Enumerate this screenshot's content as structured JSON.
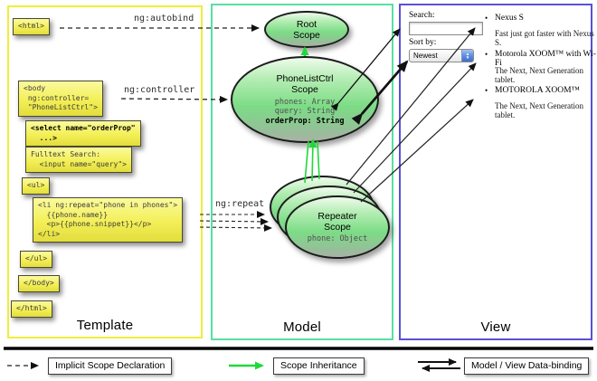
{
  "columns": {
    "template": {
      "label": "Template"
    },
    "model": {
      "label": "Model"
    },
    "view": {
      "label": "View"
    }
  },
  "arrow_labels": {
    "autobind": "ng:autobind",
    "controller": "ng:controller",
    "repeat": "ng:repeat"
  },
  "template_boxes": [
    {
      "text": "<html>"
    },
    {
      "text": "<body\n ng:controller=\n \"PhoneListCtrl\">"
    },
    {
      "text": "<select name=\"orderProp\"\n  ...>"
    },
    {
      "text": "Fulltext Search:\n  <input name=\"query\">"
    },
    {
      "text": "<ul>"
    },
    {
      "text": "<li ng:repeat=\"phone in phones\">\n  {{phone.name}}\n  <p>{{phone.snippet}}</p>\n</li>"
    },
    {
      "text": "</ul>"
    },
    {
      "text": "</body>"
    },
    {
      "text": "</html>"
    }
  ],
  "model": {
    "root_scope": {
      "line1": "Root",
      "line2": "Scope"
    },
    "phonelist_scope": {
      "line1": "PhoneListCtrl",
      "line2": "Scope",
      "prop1": "phones: Array",
      "prop2": "query: String",
      "prop3": "orderProp: String"
    },
    "repeater_scope": {
      "line1": "Repeater",
      "line2": "Scope",
      "prop1": "phone: Object"
    }
  },
  "view": {
    "search_label": "Search:",
    "search_value": "",
    "sort_label": "Sort by:",
    "sort_value": "Newest",
    "bullet_glyph": "•",
    "items": [
      {
        "title": "Nexus S",
        "desc": "Fast just got faster with Nexus S."
      },
      {
        "title": "Motorola XOOM™ with Wi-Fi",
        "desc": "The Next, Next Generation tablet."
      },
      {
        "title": "MOTOROLA XOOM™",
        "desc": "The Next, Next Generation tablet."
      }
    ]
  },
  "legend": {
    "implicit": "Implicit Scope Declaration",
    "inheritance": "Scope Inheritance",
    "databinding": "Model / View Data-binding"
  },
  "colors": {
    "template_border": "#f0ee3a",
    "model_border": "#57e0a1",
    "view_border": "#5a50d6",
    "inheritance_green": "#21d83a",
    "code_box_yellow": "#f3ef57"
  }
}
